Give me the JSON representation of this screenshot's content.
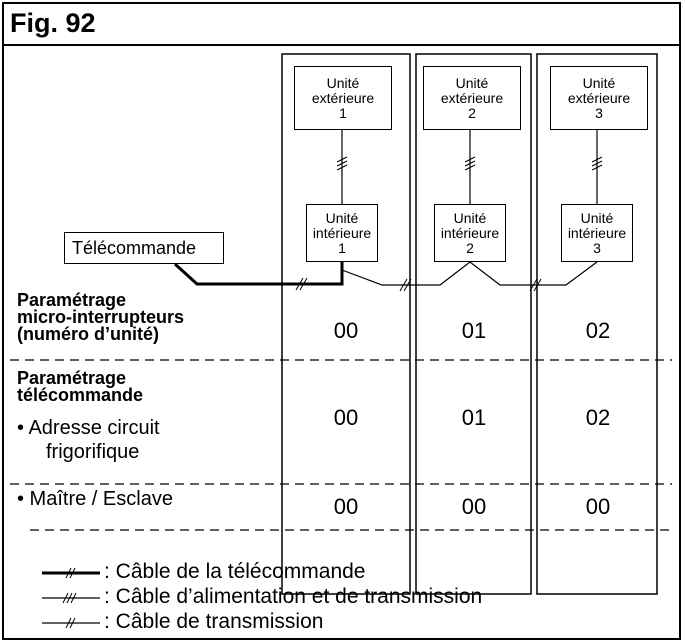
{
  "figure": {
    "title": "Fig. 92"
  },
  "outdoor_units": [
    {
      "label": "Unité extérieure",
      "number": "1"
    },
    {
      "label": "Unité extérieure",
      "number": "2"
    },
    {
      "label": "Unité extérieure",
      "number": "3"
    }
  ],
  "indoor_units": [
    {
      "label": "Unité intérieure",
      "number": "1"
    },
    {
      "label": "Unité intérieure",
      "number": "2"
    },
    {
      "label": "Unité intérieure",
      "number": "3"
    }
  ],
  "remote": {
    "label": "Télécommande"
  },
  "rows": [
    {
      "label_lines": [
        "Paramétrage",
        "micro-interrupteurs",
        "(numéro d’unité)"
      ],
      "values": [
        "00",
        "01",
        "02"
      ]
    },
    {
      "label_lines": [
        "Paramétrage",
        "télécommande"
      ],
      "bullet": "• Adresse circuit",
      "bullet_cont": "frigorifique",
      "values": [
        "00",
        "01",
        "02"
      ]
    },
    {
      "bullet": "• Maître / Esclave",
      "values": [
        "00",
        "00",
        "00"
      ]
    }
  ],
  "legend": [
    {
      "text": ": Câble de la télécommande"
    },
    {
      "text": ": Câble d’alimentation et de transmission"
    },
    {
      "text": ": Câble de transmission"
    }
  ]
}
